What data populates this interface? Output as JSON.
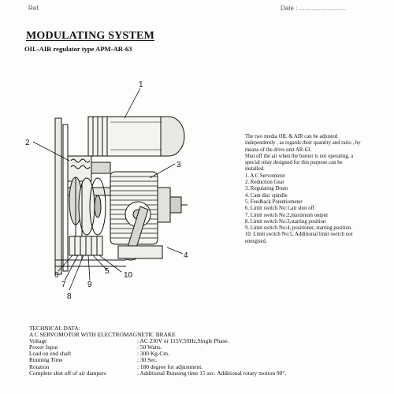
{
  "header": {
    "ref_label": "Ref.",
    "date_label": "Date : ..........................."
  },
  "title": "MODULATING SYSTEM",
  "subtitle": "OIL-AIR regulator type APM-AR-63",
  "figure_callouts": [
    "1",
    "2",
    "3",
    "4",
    "5",
    "6",
    "7",
    "8",
    "9",
    "10"
  ],
  "description": {
    "intro": "The two media OIL & AIR can be adjusted independently , as regards their quantity and ratio , by means of the drive unit AR-63.",
    "shutoff": "Shut off the air when the burner is not operating, a special relay designed for this purpose can be installed.",
    "parts": [
      "1. A C Servomotor",
      "2. Reduction Gear",
      "3. Regulating Drum",
      "4. Cam disc spindle",
      "5. Feedback Potentiometer",
      "6. Limit switch No:1,air shut off",
      "7. Limit switch No:2,maximum output",
      "8. Limit switch No:3,starting position",
      "9. Limit switch No:4, positioner, starting position.",
      "10. Limit switch No:5, Additional limit switch not energised."
    ]
  },
  "technical": {
    "heading": "TECHNICAL DATA:",
    "subheading": "A C SERVOMOTOR WITH ELECTROMAGNETIC BRAKE",
    "rows": [
      {
        "label": "Voltage",
        "value": ": AC 230V or 115V,50Hz,Single Phase."
      },
      {
        "label": "Power Input",
        "value": ": 50 Watts."
      },
      {
        "label": "Load on end shaft",
        "value": ": 300 Kg-Cm."
      },
      {
        "label": "Running Time",
        "value": ": 30 Sec."
      },
      {
        "label": "Rotation",
        "value": ": 180 degree for adjustment."
      },
      {
        "label": "Complete shut off of air dampers",
        "value": ": Additional Running time 15 sec. Additional rotary motion 90°."
      }
    ]
  }
}
